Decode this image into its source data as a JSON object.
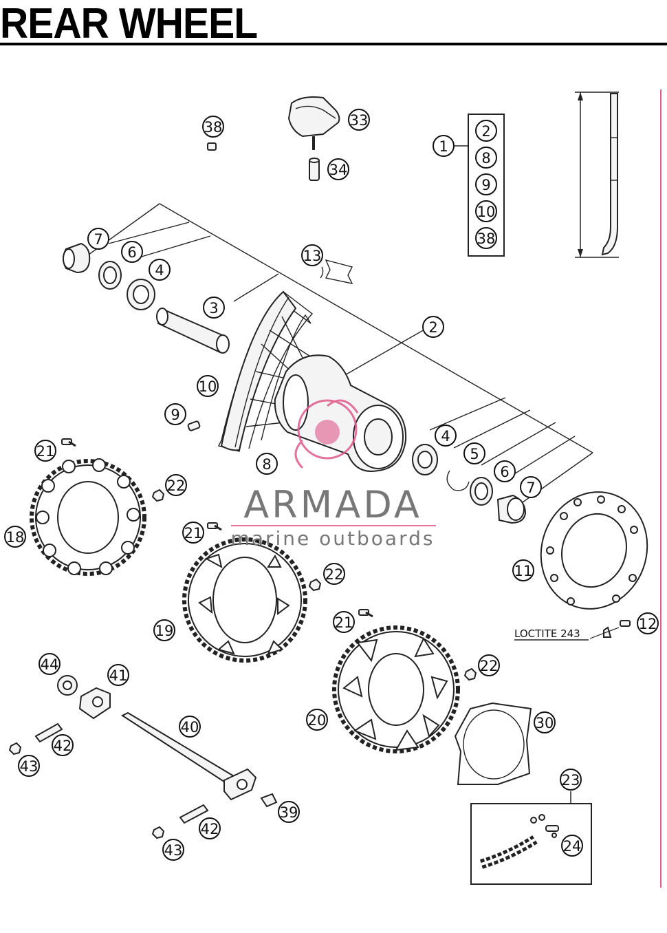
{
  "header": {
    "title": "REAR WHEEL"
  },
  "watermark": {
    "brand": "ARMADA",
    "tagline": "marine outboards",
    "accent_color": "#e05a8a"
  },
  "annotation": {
    "loctite": "LOCTITE 243"
  },
  "kit_group": {
    "parent": "1",
    "members": [
      "2",
      "8",
      "9",
      "10",
      "38"
    ]
  },
  "callouts": {
    "c38_top": "38",
    "c33": "33",
    "c34": "34",
    "c1": "1",
    "k2": "2",
    "k8": "8",
    "k9": "9",
    "k10": "10",
    "k38": "38",
    "c7a": "7",
    "c6a": "6",
    "c4a": "4",
    "c13": "13",
    "c3": "3",
    "c2": "2",
    "c10": "10",
    "c9": "9",
    "c8": "8",
    "c4b": "4",
    "c5": "5",
    "c6b": "6",
    "c7b": "7",
    "c21a": "21",
    "c22a": "22",
    "c18": "18",
    "c21b": "21",
    "c22b": "22",
    "c19": "19",
    "c11": "11",
    "c12": "12",
    "c21c": "21",
    "c22c": "22",
    "c20": "20",
    "c44": "44",
    "c41": "41",
    "c40": "40",
    "c42a": "42",
    "c43a": "43",
    "c30": "30",
    "c23": "23",
    "c24": "24",
    "c39": "39",
    "c42b": "42",
    "c43b": "43"
  },
  "colors": {
    "line": "#222222",
    "watermark_gray": "#777777",
    "watermark_pink": "#e05a8a",
    "page_edge": "#e05a8a"
  }
}
